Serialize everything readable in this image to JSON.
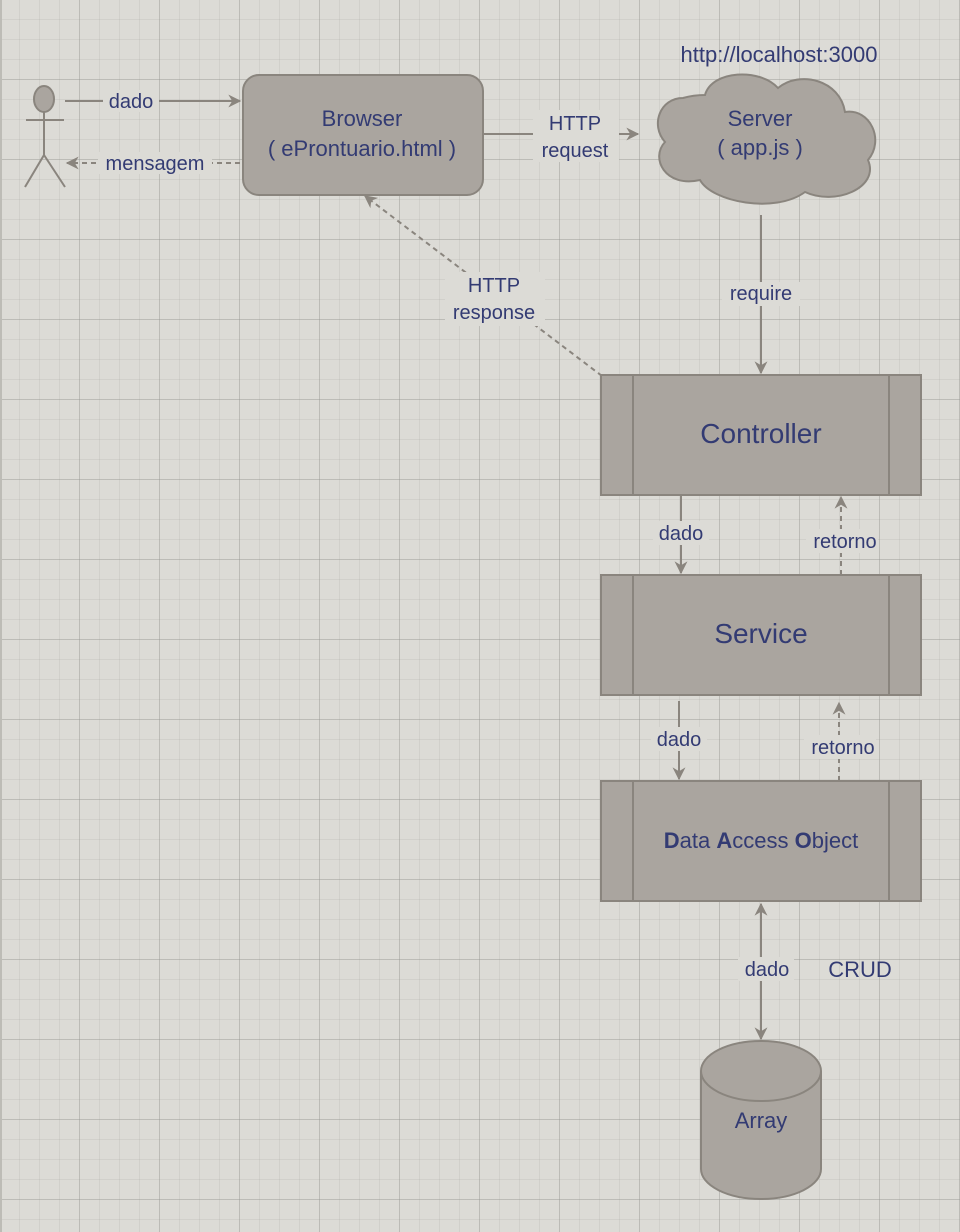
{
  "colors": {
    "background": "#dcdbd6",
    "node_fill": "#aaa59f",
    "node_stroke": "#8a857e",
    "edge": "#8a857e",
    "text": "#333b73"
  },
  "actor": {
    "name": ""
  },
  "nodes": {
    "browser": {
      "line1": "Browser",
      "line2": "( eProntuario.html )"
    },
    "server": {
      "line1": "Server",
      "line2": "( app.js )",
      "url": "http://localhost:3000"
    },
    "controller": {
      "label": "Controller"
    },
    "service": {
      "label": "Service"
    },
    "dao": {
      "part1": "D",
      "part2": "ata ",
      "part3": "A",
      "part4": "ccess ",
      "part5": "O",
      "part6": "bject"
    },
    "array": {
      "label": "Array"
    }
  },
  "edges": {
    "actor_to_browser": "dado",
    "browser_to_actor": "mensagem",
    "http_request_line1": "HTTP",
    "http_request_line2": "request",
    "http_response_line1": "HTTP",
    "http_response_line2": "response",
    "server_to_controller": "require",
    "controller_to_service": "dado",
    "service_to_controller": "retorno",
    "service_to_dao": "dado",
    "dao_to_service": "retorno",
    "dao_array": "dado",
    "crud": "CRUD"
  }
}
